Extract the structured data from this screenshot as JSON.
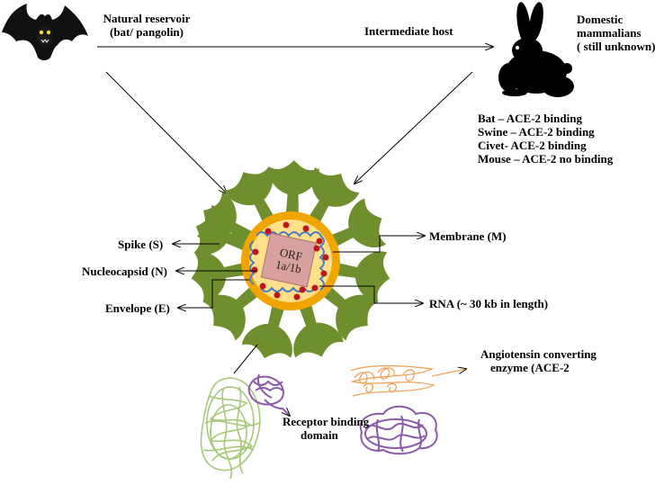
{
  "top": {
    "natural_reservoir_l1": "Natural reservoir",
    "natural_reservoir_l2": "(bat/ pangolin)",
    "intermediate_host": "Intermediate host",
    "domestic_l1": "Domestic",
    "domestic_l2": "mammalians",
    "domestic_l3": "( still unknown)"
  },
  "binding": [
    "Bat – ACE-2 binding",
    "Swine – ACE-2 binding",
    "Civet- ACE-2 binding",
    "Mouse – ACE-2 no binding"
  ],
  "virus": {
    "orf_l1": "ORF",
    "orf_l2": "1a/1b",
    "spike": "Spike (S)",
    "nucleocapsid": "Nucleocapsid (N)",
    "envelope": "Envelope (E)",
    "membrane": "Membrane (M)",
    "rna": "RNA (~ 30 kb in length)"
  },
  "bottom": {
    "ace2_l1": "Angiotensin converting",
    "ace2_l2": "enzyme (ACE-2",
    "rbd_l1": "Receptor binding",
    "rbd_l2": "domain"
  },
  "colors": {
    "spike": "#6f8f2f",
    "envelope": "#f0a500",
    "membrane": "#ffe08a",
    "orf": "#d9a0a0",
    "rna": "#4b7bc7",
    "dots": "#c0161b",
    "ace2_scribble": "#f0a050",
    "rbd_scribble": "#8b5aa8",
    "protein_scribble": "#a8c879"
  }
}
